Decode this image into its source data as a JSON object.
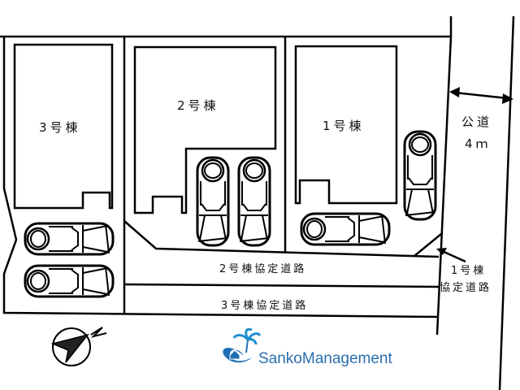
{
  "buildings": {
    "b3": "3号棟",
    "b2": "2号棟",
    "b1": "1号棟"
  },
  "roads": {
    "road2": "2号棟協定道路",
    "road3": "3号棟協定道路",
    "road1_line1": "1号棟",
    "road1_line2": "協定道路",
    "public_road_line1": "公道",
    "public_road_line2": "4ｍ"
  },
  "logo": {
    "text_a": "Sanko",
    "text_b": "Management",
    "color": "#1f6fb5",
    "text_color": "#2a6fb0"
  }
}
